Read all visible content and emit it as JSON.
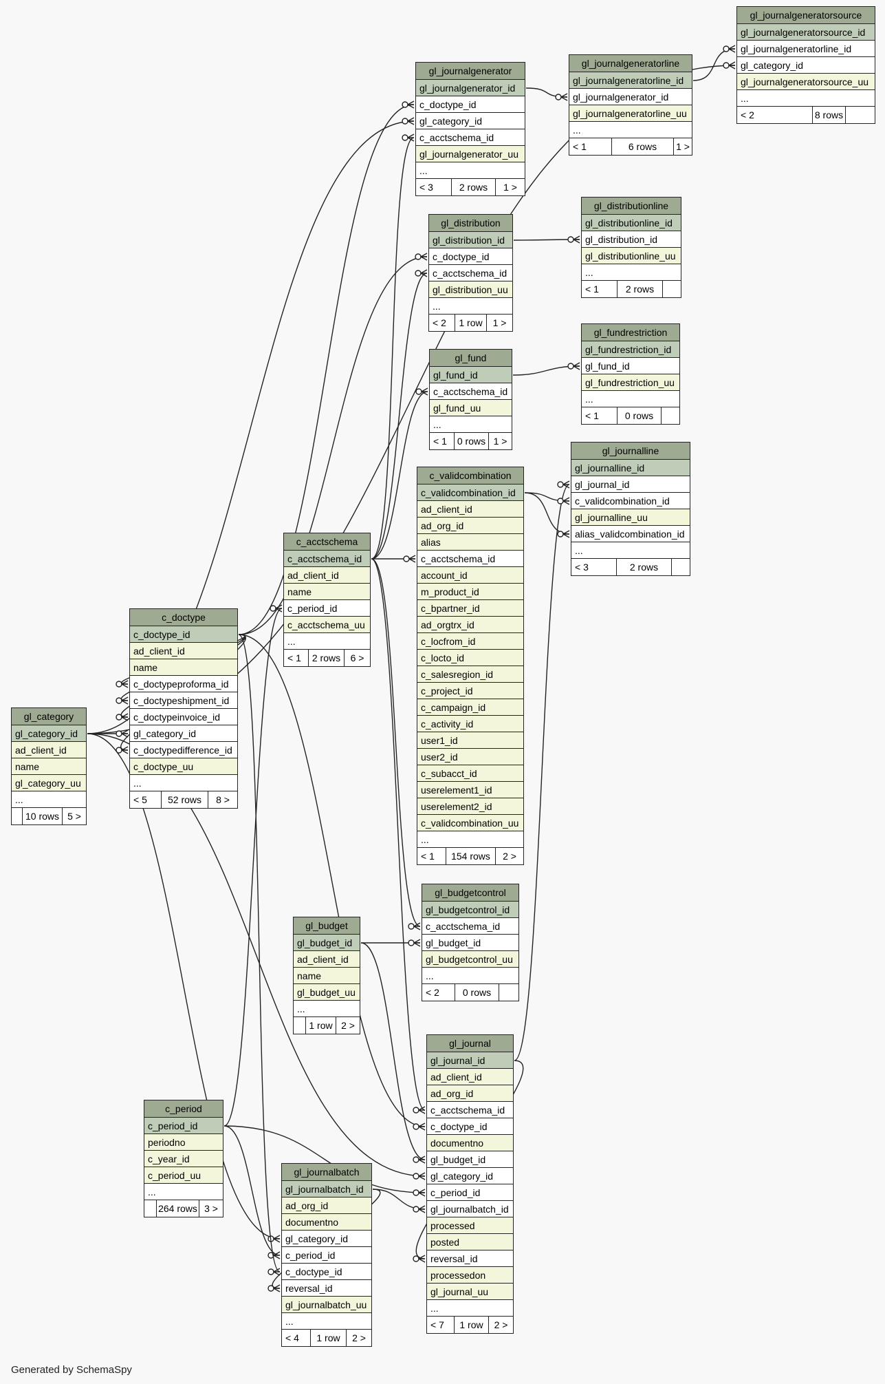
{
  "footer": "Generated by SchemaSpy",
  "colors": {
    "header": "#9eab92",
    "pk": "#bfcdb8",
    "column": "#f3f6db",
    "fk": "#ffffff",
    "line": "#222222"
  },
  "tables": [
    {
      "id": "gl_journalgeneratorsource",
      "name": "gl_journalgeneratorsource",
      "columns": [
        {
          "name": "gl_journalgeneratorsource_id",
          "kind": "pk"
        },
        {
          "name": "gl_journalgeneratorline_id",
          "kind": "fk"
        },
        {
          "name": "gl_category_id",
          "kind": "fk"
        },
        {
          "name": "gl_journalgeneratorsource_uu",
          "kind": "plain"
        },
        {
          "name": "...",
          "kind": "more"
        }
      ],
      "footer": {
        "parents": "< 2",
        "rows": "8 rows",
        "children": ""
      }
    },
    {
      "id": "gl_journalgenerator",
      "name": "gl_journalgenerator",
      "columns": [
        {
          "name": "gl_journalgenerator_id",
          "kind": "pk"
        },
        {
          "name": "c_doctype_id",
          "kind": "fk"
        },
        {
          "name": "gl_category_id",
          "kind": "fk"
        },
        {
          "name": "c_acctschema_id",
          "kind": "fk"
        },
        {
          "name": "gl_journalgenerator_uu",
          "kind": "plain"
        },
        {
          "name": "...",
          "kind": "more"
        }
      ],
      "footer": {
        "parents": "< 3",
        "rows": "2 rows",
        "children": "1 >"
      }
    },
    {
      "id": "gl_journalgeneratorline",
      "name": "gl_journalgeneratorline",
      "columns": [
        {
          "name": "gl_journalgeneratorline_id",
          "kind": "pk"
        },
        {
          "name": "gl_journalgenerator_id",
          "kind": "fk"
        },
        {
          "name": "gl_journalgeneratorline_uu",
          "kind": "plain"
        },
        {
          "name": "...",
          "kind": "more"
        }
      ],
      "footer": {
        "parents": "< 1",
        "rows": "6 rows",
        "children": "1 >"
      }
    },
    {
      "id": "gl_distribution",
      "name": "gl_distribution",
      "columns": [
        {
          "name": "gl_distribution_id",
          "kind": "pk"
        },
        {
          "name": "c_doctype_id",
          "kind": "fk"
        },
        {
          "name": "c_acctschema_id",
          "kind": "fk"
        },
        {
          "name": "gl_distribution_uu",
          "kind": "plain"
        },
        {
          "name": "...",
          "kind": "more"
        }
      ],
      "footer": {
        "parents": "< 2",
        "rows": "1 row",
        "children": "1 >"
      }
    },
    {
      "id": "gl_distributionline",
      "name": "gl_distributionline",
      "columns": [
        {
          "name": "gl_distributionline_id",
          "kind": "pk"
        },
        {
          "name": "gl_distribution_id",
          "kind": "fk"
        },
        {
          "name": "gl_distributionline_uu",
          "kind": "plain"
        },
        {
          "name": "...",
          "kind": "more"
        }
      ],
      "footer": {
        "parents": "< 1",
        "rows": "2 rows",
        "children": ""
      }
    },
    {
      "id": "gl_fund",
      "name": "gl_fund",
      "columns": [
        {
          "name": "gl_fund_id",
          "kind": "pk"
        },
        {
          "name": "c_acctschema_id",
          "kind": "fk"
        },
        {
          "name": "gl_fund_uu",
          "kind": "plain"
        },
        {
          "name": "...",
          "kind": "more"
        }
      ],
      "footer": {
        "parents": "< 1",
        "rows": "0 rows",
        "children": "1 >"
      }
    },
    {
      "id": "gl_fundrestriction",
      "name": "gl_fundrestriction",
      "columns": [
        {
          "name": "gl_fundrestriction_id",
          "kind": "pk"
        },
        {
          "name": "gl_fund_id",
          "kind": "fk"
        },
        {
          "name": "gl_fundrestriction_uu",
          "kind": "plain"
        },
        {
          "name": "...",
          "kind": "more"
        }
      ],
      "footer": {
        "parents": "< 1",
        "rows": "0 rows",
        "children": ""
      }
    },
    {
      "id": "gl_journalline",
      "name": "gl_journalline",
      "columns": [
        {
          "name": "gl_journalline_id",
          "kind": "pk"
        },
        {
          "name": "gl_journal_id",
          "kind": "fk"
        },
        {
          "name": "c_validcombination_id",
          "kind": "fk"
        },
        {
          "name": "gl_journalline_uu",
          "kind": "plain"
        },
        {
          "name": "alias_validcombination_id",
          "kind": "fk"
        },
        {
          "name": "...",
          "kind": "more"
        }
      ],
      "footer": {
        "parents": "< 3",
        "rows": "2 rows",
        "children": ""
      }
    },
    {
      "id": "c_validcombination",
      "name": "c_validcombination",
      "columns": [
        {
          "name": "c_validcombination_id",
          "kind": "pk"
        },
        {
          "name": "ad_client_id",
          "kind": "plain"
        },
        {
          "name": "ad_org_id",
          "kind": "plain"
        },
        {
          "name": "alias",
          "kind": "plain"
        },
        {
          "name": "c_acctschema_id",
          "kind": "fk"
        },
        {
          "name": "account_id",
          "kind": "plain"
        },
        {
          "name": "m_product_id",
          "kind": "plain"
        },
        {
          "name": "c_bpartner_id",
          "kind": "plain"
        },
        {
          "name": "ad_orgtrx_id",
          "kind": "plain"
        },
        {
          "name": "c_locfrom_id",
          "kind": "plain"
        },
        {
          "name": "c_locto_id",
          "kind": "plain"
        },
        {
          "name": "c_salesregion_id",
          "kind": "plain"
        },
        {
          "name": "c_project_id",
          "kind": "plain"
        },
        {
          "name": "c_campaign_id",
          "kind": "plain"
        },
        {
          "name": "c_activity_id",
          "kind": "plain"
        },
        {
          "name": "user1_id",
          "kind": "plain"
        },
        {
          "name": "user2_id",
          "kind": "plain"
        },
        {
          "name": "c_subacct_id",
          "kind": "plain"
        },
        {
          "name": "userelement1_id",
          "kind": "plain"
        },
        {
          "name": "userelement2_id",
          "kind": "plain"
        },
        {
          "name": "c_validcombination_uu",
          "kind": "plain"
        },
        {
          "name": "...",
          "kind": "more"
        }
      ],
      "footer": {
        "parents": "< 1",
        "rows": "154 rows",
        "children": "2 >"
      }
    },
    {
      "id": "c_acctschema",
      "name": "c_acctschema",
      "columns": [
        {
          "name": "c_acctschema_id",
          "kind": "pk"
        },
        {
          "name": "ad_client_id",
          "kind": "plain"
        },
        {
          "name": "name",
          "kind": "plain"
        },
        {
          "name": "c_period_id",
          "kind": "fk"
        },
        {
          "name": "c_acctschema_uu",
          "kind": "plain"
        },
        {
          "name": "...",
          "kind": "more"
        }
      ],
      "footer": {
        "parents": "< 1",
        "rows": "2 rows",
        "children": "6 >"
      }
    },
    {
      "id": "c_doctype",
      "name": "c_doctype",
      "columns": [
        {
          "name": "c_doctype_id",
          "kind": "pk"
        },
        {
          "name": "ad_client_id",
          "kind": "plain"
        },
        {
          "name": "name",
          "kind": "plain"
        },
        {
          "name": "c_doctypeproforma_id",
          "kind": "fk"
        },
        {
          "name": "c_doctypeshipment_id",
          "kind": "fk"
        },
        {
          "name": "c_doctypeinvoice_id",
          "kind": "fk"
        },
        {
          "name": "gl_category_id",
          "kind": "fk"
        },
        {
          "name": "c_doctypedifference_id",
          "kind": "fk"
        },
        {
          "name": "c_doctype_uu",
          "kind": "plain"
        },
        {
          "name": "...",
          "kind": "more"
        }
      ],
      "footer": {
        "parents": "< 5",
        "rows": "52 rows",
        "children": "8 >"
      }
    },
    {
      "id": "gl_category",
      "name": "gl_category",
      "columns": [
        {
          "name": "gl_category_id",
          "kind": "pk"
        },
        {
          "name": "ad_client_id",
          "kind": "plain"
        },
        {
          "name": "name",
          "kind": "plain"
        },
        {
          "name": "gl_category_uu",
          "kind": "plain"
        },
        {
          "name": "...",
          "kind": "more"
        }
      ],
      "footer": {
        "parents": "",
        "rows": "10 rows",
        "children": "5 >"
      }
    },
    {
      "id": "gl_budgetcontrol",
      "name": "gl_budgetcontrol",
      "columns": [
        {
          "name": "gl_budgetcontrol_id",
          "kind": "pk"
        },
        {
          "name": "c_acctschema_id",
          "kind": "fk"
        },
        {
          "name": "gl_budget_id",
          "kind": "fk"
        },
        {
          "name": "gl_budgetcontrol_uu",
          "kind": "plain"
        },
        {
          "name": "...",
          "kind": "more"
        }
      ],
      "footer": {
        "parents": "< 2",
        "rows": "0 rows",
        "children": ""
      }
    },
    {
      "id": "gl_budget",
      "name": "gl_budget",
      "columns": [
        {
          "name": "gl_budget_id",
          "kind": "pk"
        },
        {
          "name": "ad_client_id",
          "kind": "plain"
        },
        {
          "name": "name",
          "kind": "plain"
        },
        {
          "name": "gl_budget_uu",
          "kind": "plain"
        },
        {
          "name": "...",
          "kind": "more"
        }
      ],
      "footer": {
        "parents": "",
        "rows": "1 row",
        "children": "2 >"
      }
    },
    {
      "id": "gl_journal",
      "name": "gl_journal",
      "columns": [
        {
          "name": "gl_journal_id",
          "kind": "pk"
        },
        {
          "name": "ad_client_id",
          "kind": "plain"
        },
        {
          "name": "ad_org_id",
          "kind": "plain"
        },
        {
          "name": "c_acctschema_id",
          "kind": "fk"
        },
        {
          "name": "c_doctype_id",
          "kind": "fk"
        },
        {
          "name": "documentno",
          "kind": "plain"
        },
        {
          "name": "gl_budget_id",
          "kind": "fk"
        },
        {
          "name": "gl_category_id",
          "kind": "fk"
        },
        {
          "name": "c_period_id",
          "kind": "fk"
        },
        {
          "name": "gl_journalbatch_id",
          "kind": "fk"
        },
        {
          "name": "processed",
          "kind": "plain"
        },
        {
          "name": "posted",
          "kind": "plain"
        },
        {
          "name": "reversal_id",
          "kind": "fk"
        },
        {
          "name": "processedon",
          "kind": "plain"
        },
        {
          "name": "gl_journal_uu",
          "kind": "plain"
        },
        {
          "name": "...",
          "kind": "more"
        }
      ],
      "footer": {
        "parents": "< 7",
        "rows": "1 row",
        "children": "2 >"
      }
    },
    {
      "id": "c_period",
      "name": "c_period",
      "columns": [
        {
          "name": "c_period_id",
          "kind": "pk"
        },
        {
          "name": "periodno",
          "kind": "plain"
        },
        {
          "name": "c_year_id",
          "kind": "plain"
        },
        {
          "name": "c_period_uu",
          "kind": "plain"
        },
        {
          "name": "...",
          "kind": "more"
        }
      ],
      "footer": {
        "parents": "",
        "rows": "264 rows",
        "children": "3 >"
      }
    },
    {
      "id": "gl_journalbatch",
      "name": "gl_journalbatch",
      "columns": [
        {
          "name": "gl_journalbatch_id",
          "kind": "pk"
        },
        {
          "name": "ad_org_id",
          "kind": "plain"
        },
        {
          "name": "documentno",
          "kind": "plain"
        },
        {
          "name": "gl_category_id",
          "kind": "fk"
        },
        {
          "name": "c_period_id",
          "kind": "fk"
        },
        {
          "name": "c_doctype_id",
          "kind": "fk"
        },
        {
          "name": "reversal_id",
          "kind": "fk"
        },
        {
          "name": "gl_journalbatch_uu",
          "kind": "plain"
        },
        {
          "name": "...",
          "kind": "more"
        }
      ],
      "footer": {
        "parents": "< 4",
        "rows": "1 row",
        "children": "2 >"
      }
    }
  ],
  "relationships": [
    {
      "from": "gl_journalgenerator.gl_journalgenerator_id",
      "to": "gl_journalgeneratorline.gl_journalgenerator_id"
    },
    {
      "from": "gl_journalgeneratorline.gl_journalgeneratorline_id",
      "to": "gl_journalgeneratorsource.gl_journalgeneratorline_id"
    },
    {
      "from": "gl_category.gl_category_id",
      "to": "gl_journalgeneratorsource.gl_category_id"
    },
    {
      "from": "c_doctype.c_doctype_id",
      "to": "gl_journalgenerator.c_doctype_id"
    },
    {
      "from": "gl_category.gl_category_id",
      "to": "gl_journalgenerator.gl_category_id"
    },
    {
      "from": "c_acctschema.c_acctschema_id",
      "to": "gl_journalgenerator.c_acctschema_id"
    },
    {
      "from": "gl_distribution.gl_distribution_id",
      "to": "gl_distributionline.gl_distribution_id"
    },
    {
      "from": "c_doctype.c_doctype_id",
      "to": "gl_distribution.c_doctype_id"
    },
    {
      "from": "c_acctschema.c_acctschema_id",
      "to": "gl_distribution.c_acctschema_id"
    },
    {
      "from": "gl_fund.gl_fund_id",
      "to": "gl_fundrestriction.gl_fund_id"
    },
    {
      "from": "c_acctschema.c_acctschema_id",
      "to": "gl_fund.c_acctschema_id"
    },
    {
      "from": "gl_journal.gl_journal_id",
      "to": "gl_journalline.gl_journal_id"
    },
    {
      "from": "c_validcombination.c_validcombination_id",
      "to": "gl_journalline.c_validcombination_id"
    },
    {
      "from": "c_validcombination.c_validcombination_id",
      "to": "gl_journalline.alias_validcombination_id"
    },
    {
      "from": "c_acctschema.c_acctschema_id",
      "to": "c_validcombination.c_acctschema_id"
    },
    {
      "from": "c_period.c_period_id",
      "to": "c_acctschema.c_period_id"
    },
    {
      "from": "c_doctype.c_doctype_id",
      "to": "c_doctype.c_doctypeproforma_id"
    },
    {
      "from": "c_doctype.c_doctype_id",
      "to": "c_doctype.c_doctypeshipment_id"
    },
    {
      "from": "c_doctype.c_doctype_id",
      "to": "c_doctype.c_doctypeinvoice_id"
    },
    {
      "from": "gl_category.gl_category_id",
      "to": "c_doctype.gl_category_id"
    },
    {
      "from": "c_doctype.c_doctype_id",
      "to": "c_doctype.c_doctypedifference_id"
    },
    {
      "from": "c_acctschema.c_acctschema_id",
      "to": "gl_budgetcontrol.c_acctschema_id"
    },
    {
      "from": "gl_budget.gl_budget_id",
      "to": "gl_budgetcontrol.gl_budget_id"
    },
    {
      "from": "c_acctschema.c_acctschema_id",
      "to": "gl_journal.c_acctschema_id"
    },
    {
      "from": "c_doctype.c_doctype_id",
      "to": "gl_journal.c_doctype_id"
    },
    {
      "from": "gl_budget.gl_budget_id",
      "to": "gl_journal.gl_budget_id"
    },
    {
      "from": "gl_category.gl_category_id",
      "to": "gl_journal.gl_category_id"
    },
    {
      "from": "c_period.c_period_id",
      "to": "gl_journal.c_period_id"
    },
    {
      "from": "gl_journalbatch.gl_journalbatch_id",
      "to": "gl_journal.gl_journalbatch_id"
    },
    {
      "from": "gl_journal.gl_journal_id",
      "to": "gl_journal.reversal_id"
    },
    {
      "from": "gl_category.gl_category_id",
      "to": "gl_journalbatch.gl_category_id"
    },
    {
      "from": "c_period.c_period_id",
      "to": "gl_journalbatch.c_period_id"
    },
    {
      "from": "c_doctype.c_doctype_id",
      "to": "gl_journalbatch.c_doctype_id"
    },
    {
      "from": "gl_journalbatch.gl_journalbatch_id",
      "to": "gl_journalbatch.reversal_id"
    }
  ]
}
